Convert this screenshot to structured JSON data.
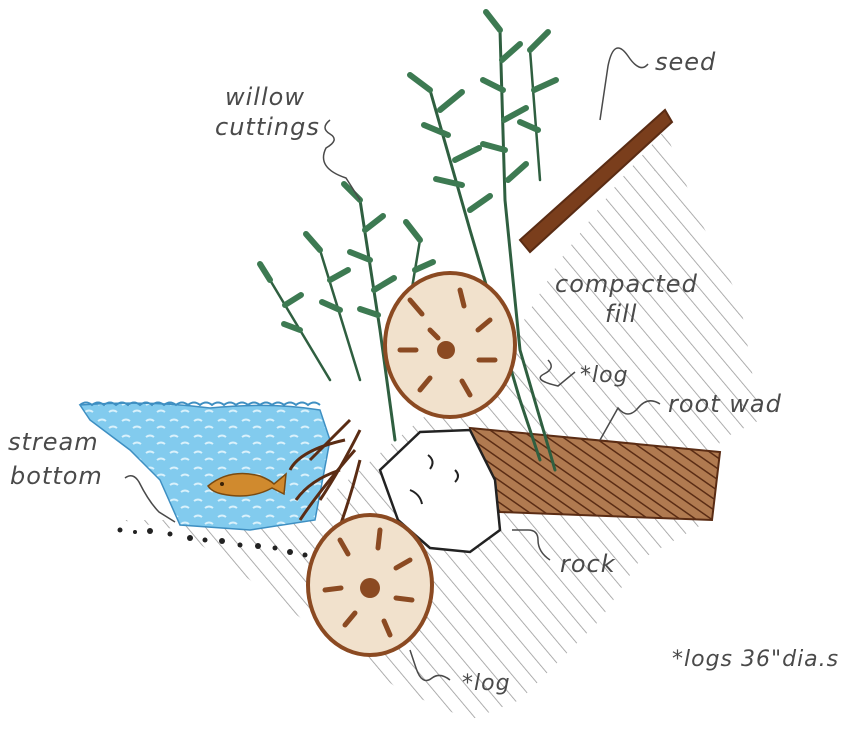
{
  "labels": {
    "willow_line1": "willow",
    "willow_line2": "cuttings",
    "seed": "seed",
    "compacted_line1": "compacted",
    "compacted_line2": "fill",
    "log_upper": "*log",
    "root_wad": "root wad",
    "stream_line1": "stream",
    "stream_line2": "bottom",
    "rock": "rock",
    "log_lower": "*log",
    "footnote": "*logs 36\"dia.s"
  },
  "colors": {
    "water": "#7cc8ea",
    "water_stroke": "#3e8fc2",
    "log_wood": "#8b4a22",
    "log_fill": "#f1e1cc",
    "rootwad": "#6a3418",
    "willow": "#2f5f40",
    "hatch": "#9a9a9a",
    "fish": "#d08a2e",
    "ink": "#4a4a4a"
  }
}
